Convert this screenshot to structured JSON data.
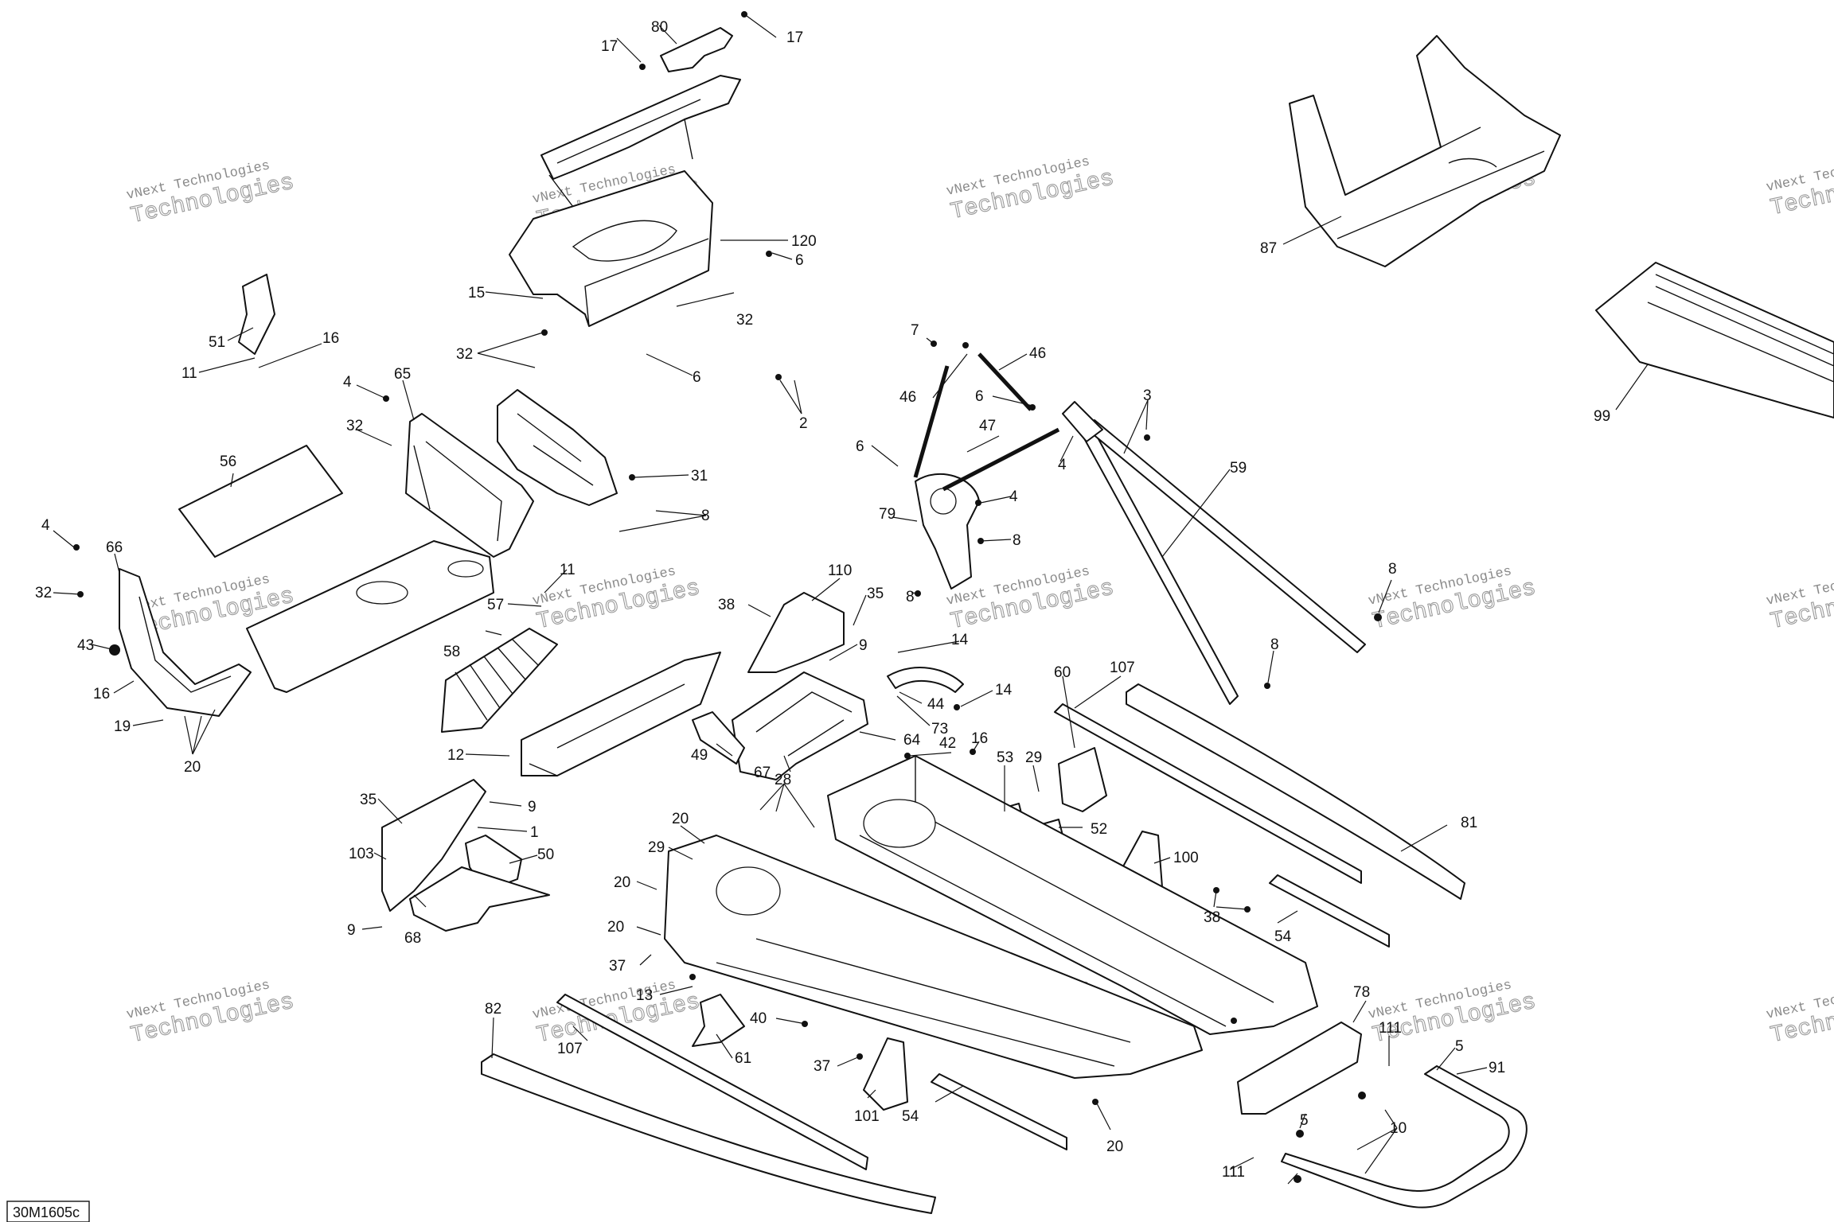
{
  "diagram_code": "30M1605c",
  "watermark": {
    "line1": "vNext Technologies",
    "line2": "Technologies"
  },
  "callouts": [
    {
      "id": "80",
      "text": "80"
    },
    {
      "id": "17a",
      "text": "17"
    },
    {
      "id": "17b",
      "text": "17"
    },
    {
      "id": "120",
      "text": "120"
    },
    {
      "id": "6a",
      "text": "6"
    },
    {
      "id": "15",
      "text": "15"
    },
    {
      "id": "32a",
      "text": "32"
    },
    {
      "id": "32b",
      "text": "32"
    },
    {
      "id": "6b",
      "text": "6"
    },
    {
      "id": "2",
      "text": "2"
    },
    {
      "id": "51",
      "text": "51"
    },
    {
      "id": "16a",
      "text": "16"
    },
    {
      "id": "11a",
      "text": "11"
    },
    {
      "id": "4a",
      "text": "4"
    },
    {
      "id": "65",
      "text": "65"
    },
    {
      "id": "32c",
      "text": "32"
    },
    {
      "id": "56",
      "text": "56"
    },
    {
      "id": "31",
      "text": "31"
    },
    {
      "id": "8a",
      "text": "8"
    },
    {
      "id": "4b",
      "text": "4"
    },
    {
      "id": "66",
      "text": "66"
    },
    {
      "id": "32d",
      "text": "32"
    },
    {
      "id": "43",
      "text": "43"
    },
    {
      "id": "16b",
      "text": "16"
    },
    {
      "id": "19",
      "text": "19"
    },
    {
      "id": "20a",
      "text": "20"
    },
    {
      "id": "11b",
      "text": "11"
    },
    {
      "id": "57",
      "text": "57"
    },
    {
      "id": "58",
      "text": "58"
    },
    {
      "id": "12",
      "text": "12"
    },
    {
      "id": "110",
      "text": "110"
    },
    {
      "id": "38a",
      "text": "38"
    },
    {
      "id": "35a",
      "text": "35"
    },
    {
      "id": "9a",
      "text": "9"
    },
    {
      "id": "7",
      "text": "7"
    },
    {
      "id": "46a",
      "text": "46"
    },
    {
      "id": "46b",
      "text": "46"
    },
    {
      "id": "6c",
      "text": "6"
    },
    {
      "id": "47",
      "text": "47"
    },
    {
      "id": "6d",
      "text": "6"
    },
    {
      "id": "4c",
      "text": "4"
    },
    {
      "id": "79",
      "text": "79"
    },
    {
      "id": "8b",
      "text": "8"
    },
    {
      "id": "8c",
      "text": "8"
    },
    {
      "id": "14a",
      "text": "14"
    },
    {
      "id": "3",
      "text": "3"
    },
    {
      "id": "4d",
      "text": "4"
    },
    {
      "id": "59",
      "text": "59"
    },
    {
      "id": "8d",
      "text": "8"
    },
    {
      "id": "8e",
      "text": "8"
    },
    {
      "id": "87",
      "text": "87"
    },
    {
      "id": "99",
      "text": "99"
    },
    {
      "id": "44",
      "text": "44"
    },
    {
      "id": "14b",
      "text": "14"
    },
    {
      "id": "73",
      "text": "73"
    },
    {
      "id": "64",
      "text": "64"
    },
    {
      "id": "42",
      "text": "42"
    },
    {
      "id": "16c",
      "text": "16"
    },
    {
      "id": "53",
      "text": "53"
    },
    {
      "id": "29a",
      "text": "29"
    },
    {
      "id": "60",
      "text": "60"
    },
    {
      "id": "107a",
      "text": "107"
    },
    {
      "id": "52",
      "text": "52"
    },
    {
      "id": "49",
      "text": "49"
    },
    {
      "id": "67",
      "text": "67"
    },
    {
      "id": "28",
      "text": "28"
    },
    {
      "id": "35b",
      "text": "35"
    },
    {
      "id": "9b",
      "text": "9"
    },
    {
      "id": "1",
      "text": "1"
    },
    {
      "id": "103",
      "text": "103"
    },
    {
      "id": "50",
      "text": "50"
    },
    {
      "id": "9c",
      "text": "9"
    },
    {
      "id": "68",
      "text": "68"
    },
    {
      "id": "20b",
      "text": "20"
    },
    {
      "id": "29b",
      "text": "29"
    },
    {
      "id": "20c",
      "text": "20"
    },
    {
      "id": "20d",
      "text": "20"
    },
    {
      "id": "37a",
      "text": "37"
    },
    {
      "id": "13",
      "text": "13"
    },
    {
      "id": "40",
      "text": "40"
    },
    {
      "id": "61",
      "text": "61"
    },
    {
      "id": "107b",
      "text": "107"
    },
    {
      "id": "82",
      "text": "82"
    },
    {
      "id": "37b",
      "text": "37"
    },
    {
      "id": "101",
      "text": "101"
    },
    {
      "id": "54a",
      "text": "54"
    },
    {
      "id": "20e",
      "text": "20"
    },
    {
      "id": "100",
      "text": "100"
    },
    {
      "id": "38b",
      "text": "38"
    },
    {
      "id": "54b",
      "text": "54"
    },
    {
      "id": "81",
      "text": "81"
    },
    {
      "id": "78",
      "text": "78"
    },
    {
      "id": "111a",
      "text": "111"
    },
    {
      "id": "5a",
      "text": "5"
    },
    {
      "id": "91",
      "text": "91"
    },
    {
      "id": "10",
      "text": "10"
    },
    {
      "id": "5b",
      "text": "5"
    },
    {
      "id": "111b",
      "text": "111"
    }
  ]
}
